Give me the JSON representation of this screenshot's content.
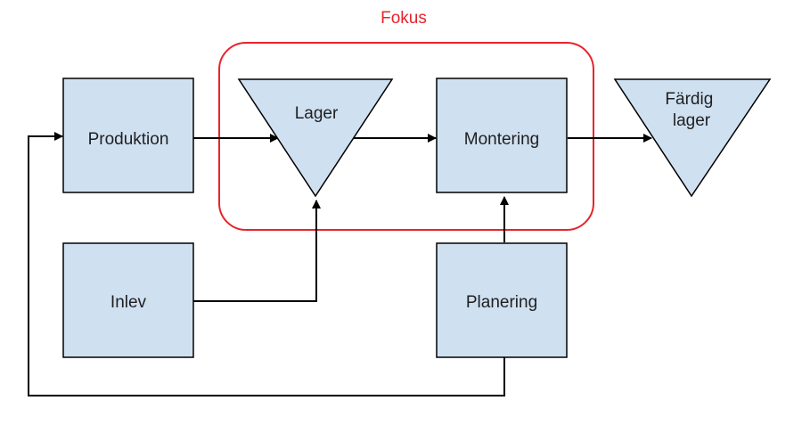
{
  "focus": {
    "label": "Fokus",
    "color": "#e8232a"
  },
  "node_fill": "#cfe0f1",
  "nodes": {
    "produktion": "Produktion",
    "lager": "Lager",
    "montering": "Montering",
    "fardig_lager": [
      "Färdig",
      "lager"
    ],
    "inlev": "Inlev",
    "planering": "Planering"
  },
  "flows": [
    {
      "from": "Produktion",
      "to": "Lager"
    },
    {
      "from": "Lager",
      "to": "Montering"
    },
    {
      "from": "Montering",
      "to": "Färdig lager"
    },
    {
      "from": "Inlev",
      "to": "Lager"
    },
    {
      "from": "Planering",
      "to": "Montering"
    },
    {
      "from": "Planering",
      "to": "Produktion"
    }
  ]
}
